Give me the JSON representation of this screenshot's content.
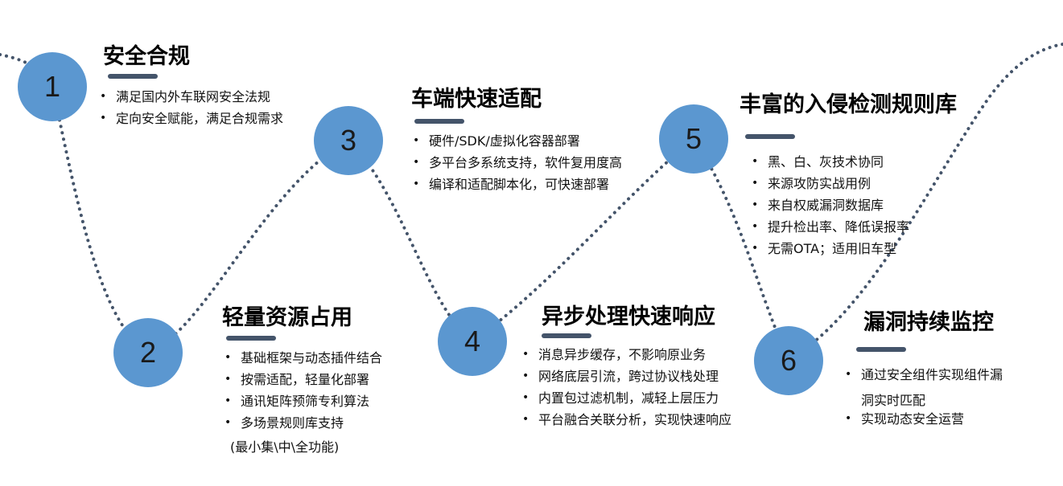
{
  "steps": [
    {
      "number": "1",
      "title": "安全合规",
      "bullets": [
        "满足国内外车联网安全法规",
        "定向安全赋能，满足合规需求"
      ]
    },
    {
      "number": "2",
      "title": "轻量资源占用",
      "bullets": [
        "基础框架与动态插件结合",
        "按需适配，轻量化部署",
        "通讯矩阵预筛专利算法",
        "多场景规则库支持"
      ],
      "note": "(最小集\\中\\全功能)"
    },
    {
      "number": "3",
      "title": "车端快速适配",
      "bullets": [
        "硬件/SDK/虚拟化容器部署",
        "多平台多系统支持，软件复用度高",
        "编译和适配脚本化，可快速部署"
      ]
    },
    {
      "number": "4",
      "title": "异步处理快速响应",
      "bullets": [
        "消息异步缓存，不影响原业务",
        "网络底层引流，跨过协议栈处理",
        "内置包过滤机制，减轻上层压力",
        "平台融合关联分析，实现快速响应"
      ]
    },
    {
      "number": "5",
      "title": "丰富的入侵检测规则库",
      "bullets": [
        "黑、白、灰技术协同",
        "来源攻防实战用例",
        "来自权威漏洞数据库",
        "提升检出率、降低误报率",
        "无需OTA；适用旧车型"
      ]
    },
    {
      "number": "6",
      "title": "漏洞持续监控",
      "bullets": [
        "通过安全组件实现组件漏",
        "实现动态安全运营"
      ],
      "bullet1_cont": "洞实时匹配"
    }
  ],
  "colors": {
    "node_fill": "#5b97d0",
    "accent_bar": "#44546a",
    "curve": "#44546a"
  }
}
